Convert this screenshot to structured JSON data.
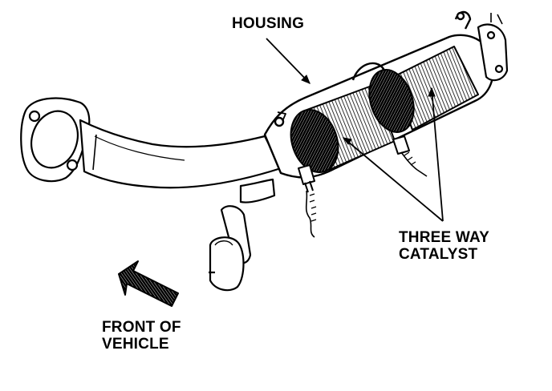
{
  "labels": {
    "housing": "HOUSING",
    "catalyst_line1": "THREE WAY",
    "catalyst_line2": "CATALYST",
    "front_line1": "FRONT OF",
    "front_line2": "VEHICLE"
  },
  "colors": {
    "ink": "#000000",
    "paper": "#ffffff"
  }
}
